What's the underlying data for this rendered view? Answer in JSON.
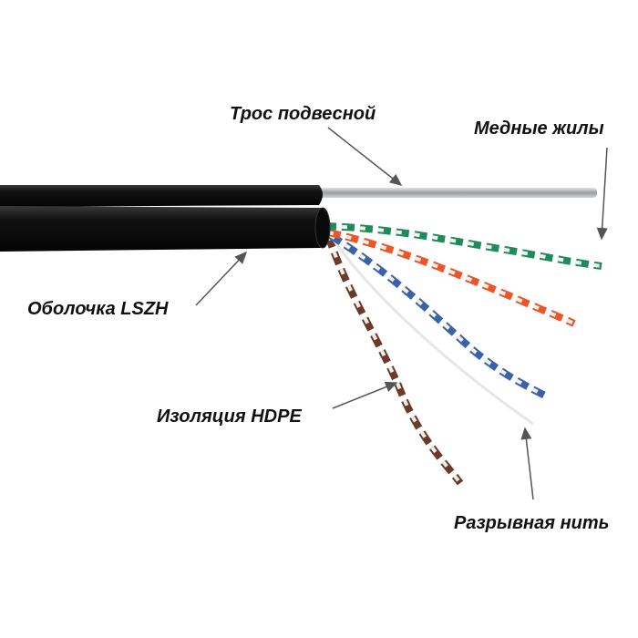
{
  "labels": {
    "messenger": "Трос подвесной",
    "conductors": "Медные жилы",
    "sheath": "Оболочка LSZH",
    "insulation": "Изоляция HDPE",
    "ripcord": "Разрывная нить"
  },
  "colors": {
    "jacket": "#141414",
    "steel": "#b8bcc0",
    "green": "#1f8a5a",
    "orange": "#e8562a",
    "blue": "#3a62a8",
    "brown": "#6b3a2a",
    "white": "#f2f2f2"
  }
}
